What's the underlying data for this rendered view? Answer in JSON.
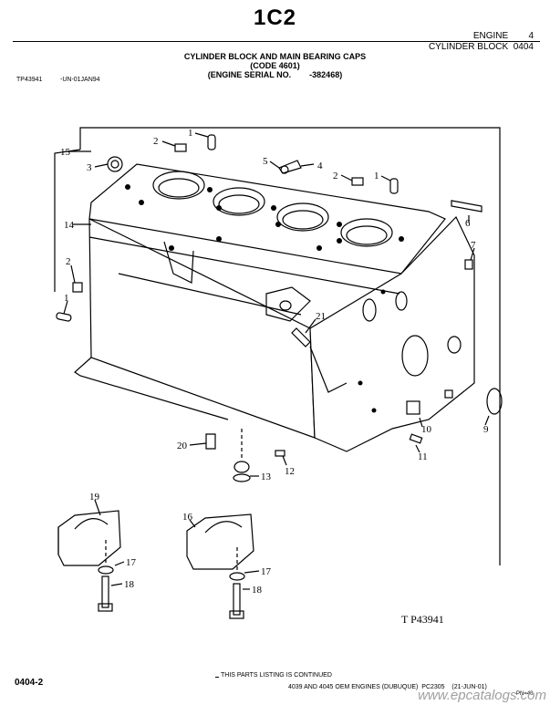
{
  "header": {
    "section_code": "1C2",
    "group": "ENGINE",
    "group_number": "4",
    "subgroup": "CYLINDER BLOCK",
    "subgroup_number": "0404"
  },
  "title": {
    "line1": "CYLINDER BLOCK AND MAIN BEARING CAPS",
    "line2": "(CODE 4601)",
    "line3_label": "(ENGINE SERIAL NO.",
    "line3_value": "-382468)"
  },
  "illustration": {
    "id": "TP43941",
    "date": "-UN-01JAN94",
    "figure_ref": "T P43941",
    "callouts": [
      "15",
      "2",
      "1",
      "3",
      "5",
      "4",
      "2",
      "1",
      "14",
      "6",
      "7",
      "2",
      "1",
      "21",
      "10",
      "9",
      "11",
      "20",
      "12",
      "13",
      "19",
      "16",
      "17",
      "18",
      "17",
      "18"
    ]
  },
  "footer": {
    "page": "0404-2",
    "continued": "THIS PARTS LISTING IS CONTINUED",
    "catalog": "4039 AND 4045 OEM ENGINES (DUBUQUE)",
    "pc": "PC2305",
    "date": "(21-JUN-01)",
    "pn": "PN=40"
  },
  "watermark": "www.epcatalogs.com",
  "colors": {
    "ink": "#000000",
    "watermark": "#a0a0a0"
  }
}
